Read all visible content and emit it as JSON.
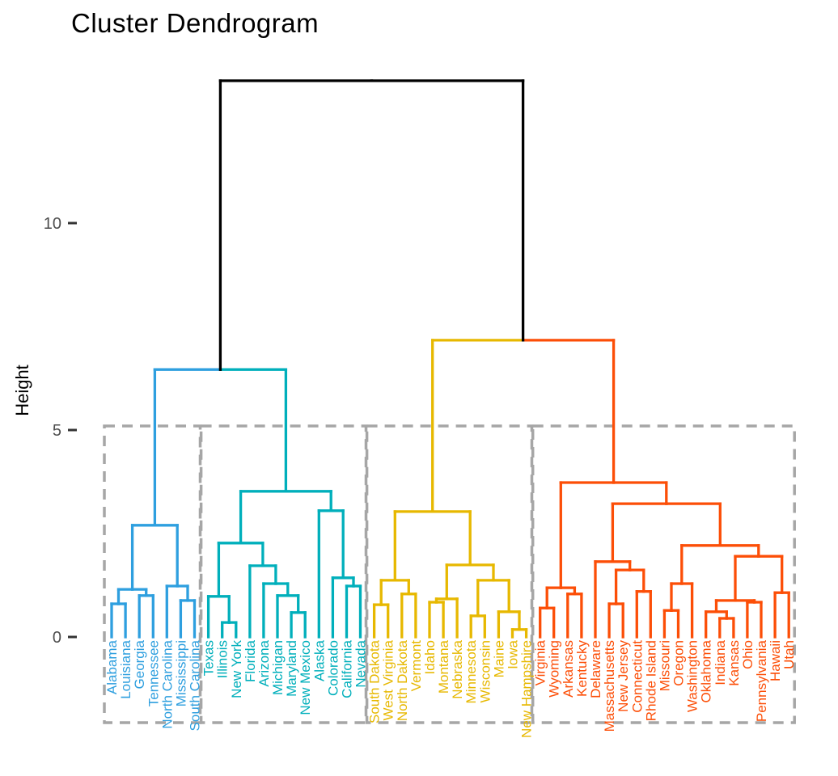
{
  "chart_data": {
    "type": "dendrogram",
    "title": "Cluster Dendrogram",
    "ylabel": "Height",
    "yticks": [
      0,
      5,
      10
    ],
    "ylim": [
      0,
      13.44
    ],
    "grid": false,
    "legend": "none",
    "colors": {
      "cluster1": "#2E9FDF",
      "cluster2": "#00AFBB",
      "cluster3": "#E7B800",
      "cluster4": "#FC4E07",
      "top_links": "#000000",
      "cluster_rect": "#A6A6A6",
      "tick_text": "#4D4D4D",
      "tick_mark": "#333333"
    },
    "leaves": [
      {
        "label": "Alabama",
        "cluster": 0
      },
      {
        "label": "Louisiana",
        "cluster": 0
      },
      {
        "label": "Georgia",
        "cluster": 0
      },
      {
        "label": "Tennessee",
        "cluster": 0
      },
      {
        "label": "North Carolina",
        "cluster": 0
      },
      {
        "label": "Mississippi",
        "cluster": 0
      },
      {
        "label": "South Carolina",
        "cluster": 0
      },
      {
        "label": "Texas",
        "cluster": 1
      },
      {
        "label": "Illinois",
        "cluster": 1
      },
      {
        "label": "New York",
        "cluster": 1
      },
      {
        "label": "Florida",
        "cluster": 1
      },
      {
        "label": "Arizona",
        "cluster": 1
      },
      {
        "label": "Michigan",
        "cluster": 1
      },
      {
        "label": "Maryland",
        "cluster": 1
      },
      {
        "label": "New Mexico",
        "cluster": 1
      },
      {
        "label": "Alaska",
        "cluster": 1
      },
      {
        "label": "Colorado",
        "cluster": 1
      },
      {
        "label": "California",
        "cluster": 1
      },
      {
        "label": "Nevada",
        "cluster": 1
      },
      {
        "label": "South Dakota",
        "cluster": 2
      },
      {
        "label": "West Virginia",
        "cluster": 2
      },
      {
        "label": "North Dakota",
        "cluster": 2
      },
      {
        "label": "Vermont",
        "cluster": 2
      },
      {
        "label": "Idaho",
        "cluster": 2
      },
      {
        "label": "Montana",
        "cluster": 2
      },
      {
        "label": "Nebraska",
        "cluster": 2
      },
      {
        "label": "Minnesota",
        "cluster": 2
      },
      {
        "label": "Wisconsin",
        "cluster": 2
      },
      {
        "label": "Maine",
        "cluster": 2
      },
      {
        "label": "Iowa",
        "cluster": 2
      },
      {
        "label": "New Hampshire",
        "cluster": 2
      },
      {
        "label": "Virginia",
        "cluster": 3
      },
      {
        "label": "Wyoming",
        "cluster": 3
      },
      {
        "label": "Arkansas",
        "cluster": 3
      },
      {
        "label": "Kentucky",
        "cluster": 3
      },
      {
        "label": "Delaware",
        "cluster": 3
      },
      {
        "label": "Massachusetts",
        "cluster": 3
      },
      {
        "label": "New Jersey",
        "cluster": 3
      },
      {
        "label": "Connecticut",
        "cluster": 3
      },
      {
        "label": "Rhode Island",
        "cluster": 3
      },
      {
        "label": "Missouri",
        "cluster": 3
      },
      {
        "label": "Oregon",
        "cluster": 3
      },
      {
        "label": "Washington",
        "cluster": 3
      },
      {
        "label": "Oklahoma",
        "cluster": 3
      },
      {
        "label": "Indiana",
        "cluster": 3
      },
      {
        "label": "Kansas",
        "cluster": 3
      },
      {
        "label": "Ohio",
        "cluster": 3
      },
      {
        "label": "Pennsylvania",
        "cluster": 3
      },
      {
        "label": "Hawaii",
        "cluster": 3
      },
      {
        "label": "Utah",
        "cluster": 3
      }
    ],
    "merges": [
      {
        "a": "L0",
        "b": "L1",
        "h": 0.8,
        "cluster": 0
      },
      {
        "a": "L2",
        "b": "L3",
        "h": 1.0,
        "cluster": 0
      },
      {
        "a": "M0",
        "b": "M1",
        "h": 1.15,
        "cluster": 0
      },
      {
        "a": "L5",
        "b": "L6",
        "h": 0.88,
        "cluster": 0
      },
      {
        "a": "L4",
        "b": "M3",
        "h": 1.23,
        "cluster": 0
      },
      {
        "a": "M2",
        "b": "M4",
        "h": 2.7,
        "cluster": 0
      },
      {
        "a": "L8",
        "b": "L9",
        "h": 0.35,
        "cluster": 1
      },
      {
        "a": "L7",
        "b": "M6",
        "h": 0.98,
        "cluster": 1
      },
      {
        "a": "L13",
        "b": "L14",
        "h": 0.59,
        "cluster": 1
      },
      {
        "a": "L12",
        "b": "M8",
        "h": 1.0,
        "cluster": 1
      },
      {
        "a": "L11",
        "b": "M9",
        "h": 1.29,
        "cluster": 1
      },
      {
        "a": "L10",
        "b": "M10",
        "h": 1.72,
        "cluster": 1
      },
      {
        "a": "M7",
        "b": "M11",
        "h": 2.27,
        "cluster": 1
      },
      {
        "a": "L17",
        "b": "L18",
        "h": 1.23,
        "cluster": 1
      },
      {
        "a": "L16",
        "b": "M13",
        "h": 1.43,
        "cluster": 1
      },
      {
        "a": "L15",
        "b": "M14",
        "h": 3.05,
        "cluster": 1
      },
      {
        "a": "M12",
        "b": "M15",
        "h": 3.52,
        "cluster": 1
      },
      {
        "a": "L19",
        "b": "L20",
        "h": 0.78,
        "cluster": 2
      },
      {
        "a": "L21",
        "b": "L22",
        "h": 1.04,
        "cluster": 2
      },
      {
        "a": "M17",
        "b": "M18",
        "h": 1.37,
        "cluster": 2
      },
      {
        "a": "L23",
        "b": "L24",
        "h": 0.84,
        "cluster": 2
      },
      {
        "a": "M20",
        "b": "L25",
        "h": 0.92,
        "cluster": 2
      },
      {
        "a": "L26",
        "b": "L27",
        "h": 0.51,
        "cluster": 2
      },
      {
        "a": "L29",
        "b": "L30",
        "h": 0.18,
        "cluster": 2
      },
      {
        "a": "L28",
        "b": "M23",
        "h": 0.61,
        "cluster": 2
      },
      {
        "a": "M22",
        "b": "M24",
        "h": 1.37,
        "cluster": 2
      },
      {
        "a": "M21",
        "b": "M25",
        "h": 1.74,
        "cluster": 2
      },
      {
        "a": "M19",
        "b": "M26",
        "h": 3.03,
        "cluster": 2
      },
      {
        "a": "L31",
        "b": "L32",
        "h": 0.7,
        "cluster": 3
      },
      {
        "a": "L33",
        "b": "L34",
        "h": 1.04,
        "cluster": 3
      },
      {
        "a": "M28",
        "b": "M29",
        "h": 1.19,
        "cluster": 3
      },
      {
        "a": "L36",
        "b": "L37",
        "h": 0.8,
        "cluster": 3
      },
      {
        "a": "L38",
        "b": "L39",
        "h": 1.1,
        "cluster": 3
      },
      {
        "a": "M31",
        "b": "M32",
        "h": 1.62,
        "cluster": 3
      },
      {
        "a": "L35",
        "b": "M33",
        "h": 1.82,
        "cluster": 3
      },
      {
        "a": "L40",
        "b": "L41",
        "h": 0.64,
        "cluster": 3
      },
      {
        "a": "M35",
        "b": "L42",
        "h": 1.29,
        "cluster": 3
      },
      {
        "a": "L44",
        "b": "L45",
        "h": 0.45,
        "cluster": 3
      },
      {
        "a": "L43",
        "b": "M37",
        "h": 0.61,
        "cluster": 3
      },
      {
        "a": "L46",
        "b": "L47",
        "h": 0.84,
        "cluster": 3
      },
      {
        "a": "M38",
        "b": "M39",
        "h": 0.88,
        "cluster": 3
      },
      {
        "a": "L48",
        "b": "L49",
        "h": 1.07,
        "cluster": 3
      },
      {
        "a": "M40",
        "b": "M41",
        "h": 1.95,
        "cluster": 3
      },
      {
        "a": "M36",
        "b": "M42",
        "h": 2.21,
        "cluster": 3
      },
      {
        "a": "M34",
        "b": "M43",
        "h": 3.22,
        "cluster": 3
      },
      {
        "a": "M30",
        "b": "M44",
        "h": 3.73,
        "cluster": 3
      },
      {
        "a": "M5",
        "b": "M16",
        "h": 6.46,
        "cluster": -1
      },
      {
        "a": "M27",
        "b": "M45",
        "h": 7.17,
        "cluster": -1
      },
      {
        "a": "M46",
        "b": "M47",
        "h": 13.44,
        "cluster": -1
      }
    ],
    "cluster_rects": [
      {
        "first_leaf": 0,
        "last_leaf": 6
      },
      {
        "first_leaf": 7,
        "last_leaf": 18
      },
      {
        "first_leaf": 19,
        "last_leaf": 30
      },
      {
        "first_leaf": 31,
        "last_leaf": 49
      }
    ]
  }
}
